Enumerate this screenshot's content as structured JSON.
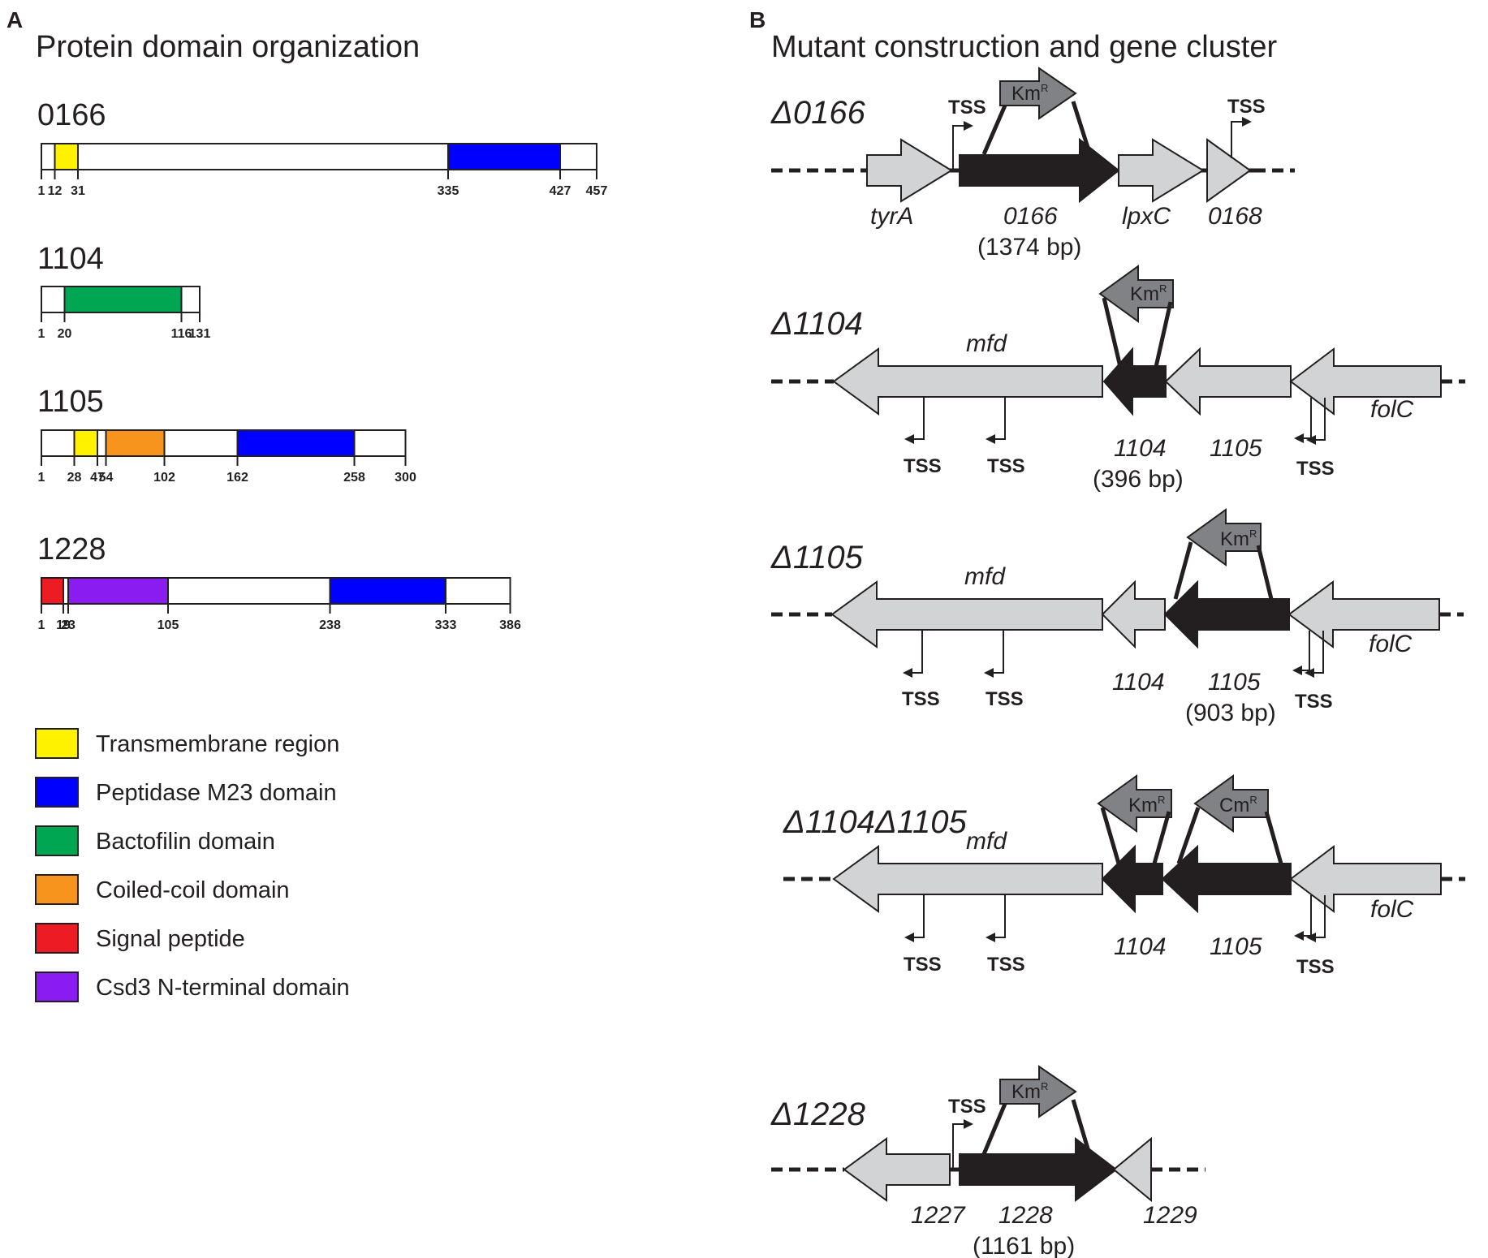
{
  "panel_a": {
    "letter": "A",
    "title": "Protein domain organization",
    "proteins": [
      {
        "name": "0166",
        "length": 457,
        "domains": [
          {
            "type": "transmembrane",
            "start": 12,
            "end": 31
          },
          {
            "type": "peptidase",
            "start": 335,
            "end": 427
          }
        ],
        "ticks": [
          1,
          12,
          31,
          335,
          427,
          457
        ]
      },
      {
        "name": "1104",
        "length": 131,
        "domains": [
          {
            "type": "bactofilin",
            "start": 20,
            "end": 116
          }
        ],
        "ticks": [
          1,
          20,
          116,
          131
        ]
      },
      {
        "name": "1105",
        "length": 300,
        "domains": [
          {
            "type": "transmembrane",
            "start": 28,
            "end": 47
          },
          {
            "type": "coiled",
            "start": 54,
            "end": 102
          },
          {
            "type": "peptidase",
            "start": 162,
            "end": 258
          }
        ],
        "ticks": [
          1,
          28,
          47,
          54,
          102,
          162,
          258,
          300
        ]
      },
      {
        "name": "1228",
        "length": 386,
        "domains": [
          {
            "type": "signal",
            "start": 1,
            "end": 19
          },
          {
            "type": "csd3",
            "start": 23,
            "end": 105
          },
          {
            "type": "peptidase",
            "start": 238,
            "end": 333
          }
        ],
        "ticks": [
          1,
          19,
          23,
          105,
          238,
          333,
          386
        ]
      }
    ],
    "legend": [
      {
        "type": "transmembrane",
        "label": "Transmembrane region",
        "color": "#fff200"
      },
      {
        "type": "peptidase",
        "label": "Peptidase M23 domain",
        "color": "#0000ff"
      },
      {
        "type": "bactofilin",
        "label": "Bactofilin domain",
        "color": "#00a651"
      },
      {
        "type": "coiled",
        "label": "Coiled-coil domain",
        "color": "#f7941d"
      },
      {
        "type": "signal",
        "label": "Signal peptide",
        "color": "#ed1c24"
      },
      {
        "type": "csd3",
        "label": "Csd3 N-terminal domain",
        "color": "#8a1cf2"
      }
    ]
  },
  "panel_b": {
    "letter": "B",
    "title": "Mutant construction and gene cluster",
    "tss": "TSS",
    "km_resistance": "Km",
    "cm_resistance": "Cm",
    "resistance_superscript": "R",
    "mutants": [
      {
        "label": "Δ0166",
        "genes": {
          "upstream": "tyrA",
          "target": "0166",
          "down1": "lpxC",
          "down2": "0168"
        },
        "size": "(1374 bp)"
      },
      {
        "label": "Δ1104",
        "genes": {
          "mfd": "mfd",
          "g1104": "1104",
          "g1105": "1105",
          "folC": "folC"
        },
        "size": "(396 bp)"
      },
      {
        "label": "Δ1105",
        "genes": {
          "mfd": "mfd",
          "g1104": "1104",
          "g1105": "1105",
          "folC": "folC"
        },
        "size": "(903 bp)"
      },
      {
        "label": "Δ1104Δ1105",
        "genes": {
          "mfd": "mfd",
          "g1104": "1104",
          "g1105": "1105",
          "folC": "folC"
        }
      },
      {
        "label": "Δ1228",
        "genes": {
          "g1227": "1227",
          "target": "1228",
          "g1229": "1229"
        },
        "size": "(1161 bp)"
      }
    ]
  }
}
